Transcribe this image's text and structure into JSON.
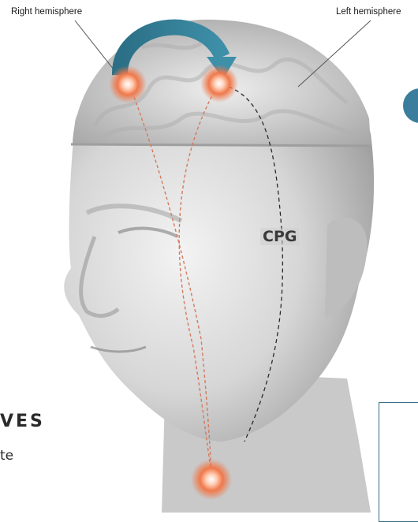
{
  "labels": {
    "right_hemisphere": "Right hemisphere",
    "left_hemisphere": "Left hemisphere",
    "cpg": "CPG"
  },
  "fragments": {
    "heading": "VES",
    "text": "te"
  },
  "colors": {
    "arrow": "#2f7a90",
    "hotspot": "#f0784a",
    "right_path": "#d47a5e",
    "cpg_path": "#2a2a2a",
    "badge": "#3b7d9c",
    "box_border": "#3b6d86"
  }
}
